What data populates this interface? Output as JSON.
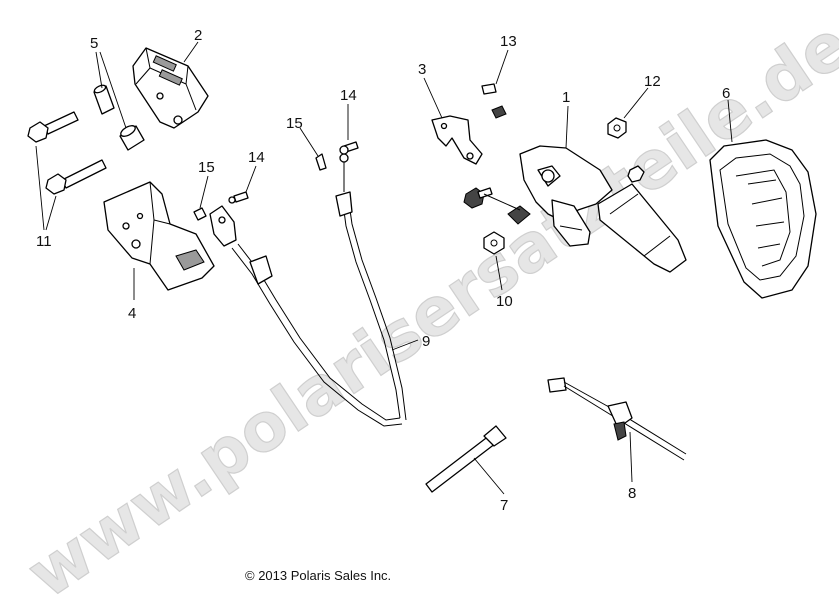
{
  "watermark": "www.polarisersatzteile.de",
  "copyright": "© 2013 Polaris Sales Inc.",
  "callouts": [
    {
      "id": "c1",
      "label": "1"
    },
    {
      "id": "c2",
      "label": "2"
    },
    {
      "id": "c3",
      "label": "3"
    },
    {
      "id": "c4",
      "label": "4"
    },
    {
      "id": "c5",
      "label": "5"
    },
    {
      "id": "c6",
      "label": "6"
    },
    {
      "id": "c7",
      "label": "7"
    },
    {
      "id": "c8",
      "label": "8"
    },
    {
      "id": "c9",
      "label": "9"
    },
    {
      "id": "c10",
      "label": "10"
    },
    {
      "id": "c11",
      "label": "11"
    },
    {
      "id": "c12",
      "label": "12"
    },
    {
      "id": "c13",
      "label": "13"
    },
    {
      "id": "c14a",
      "label": "14"
    },
    {
      "id": "c14b",
      "label": "14"
    },
    {
      "id": "c15a",
      "label": "15"
    },
    {
      "id": "c15b",
      "label": "15"
    }
  ]
}
